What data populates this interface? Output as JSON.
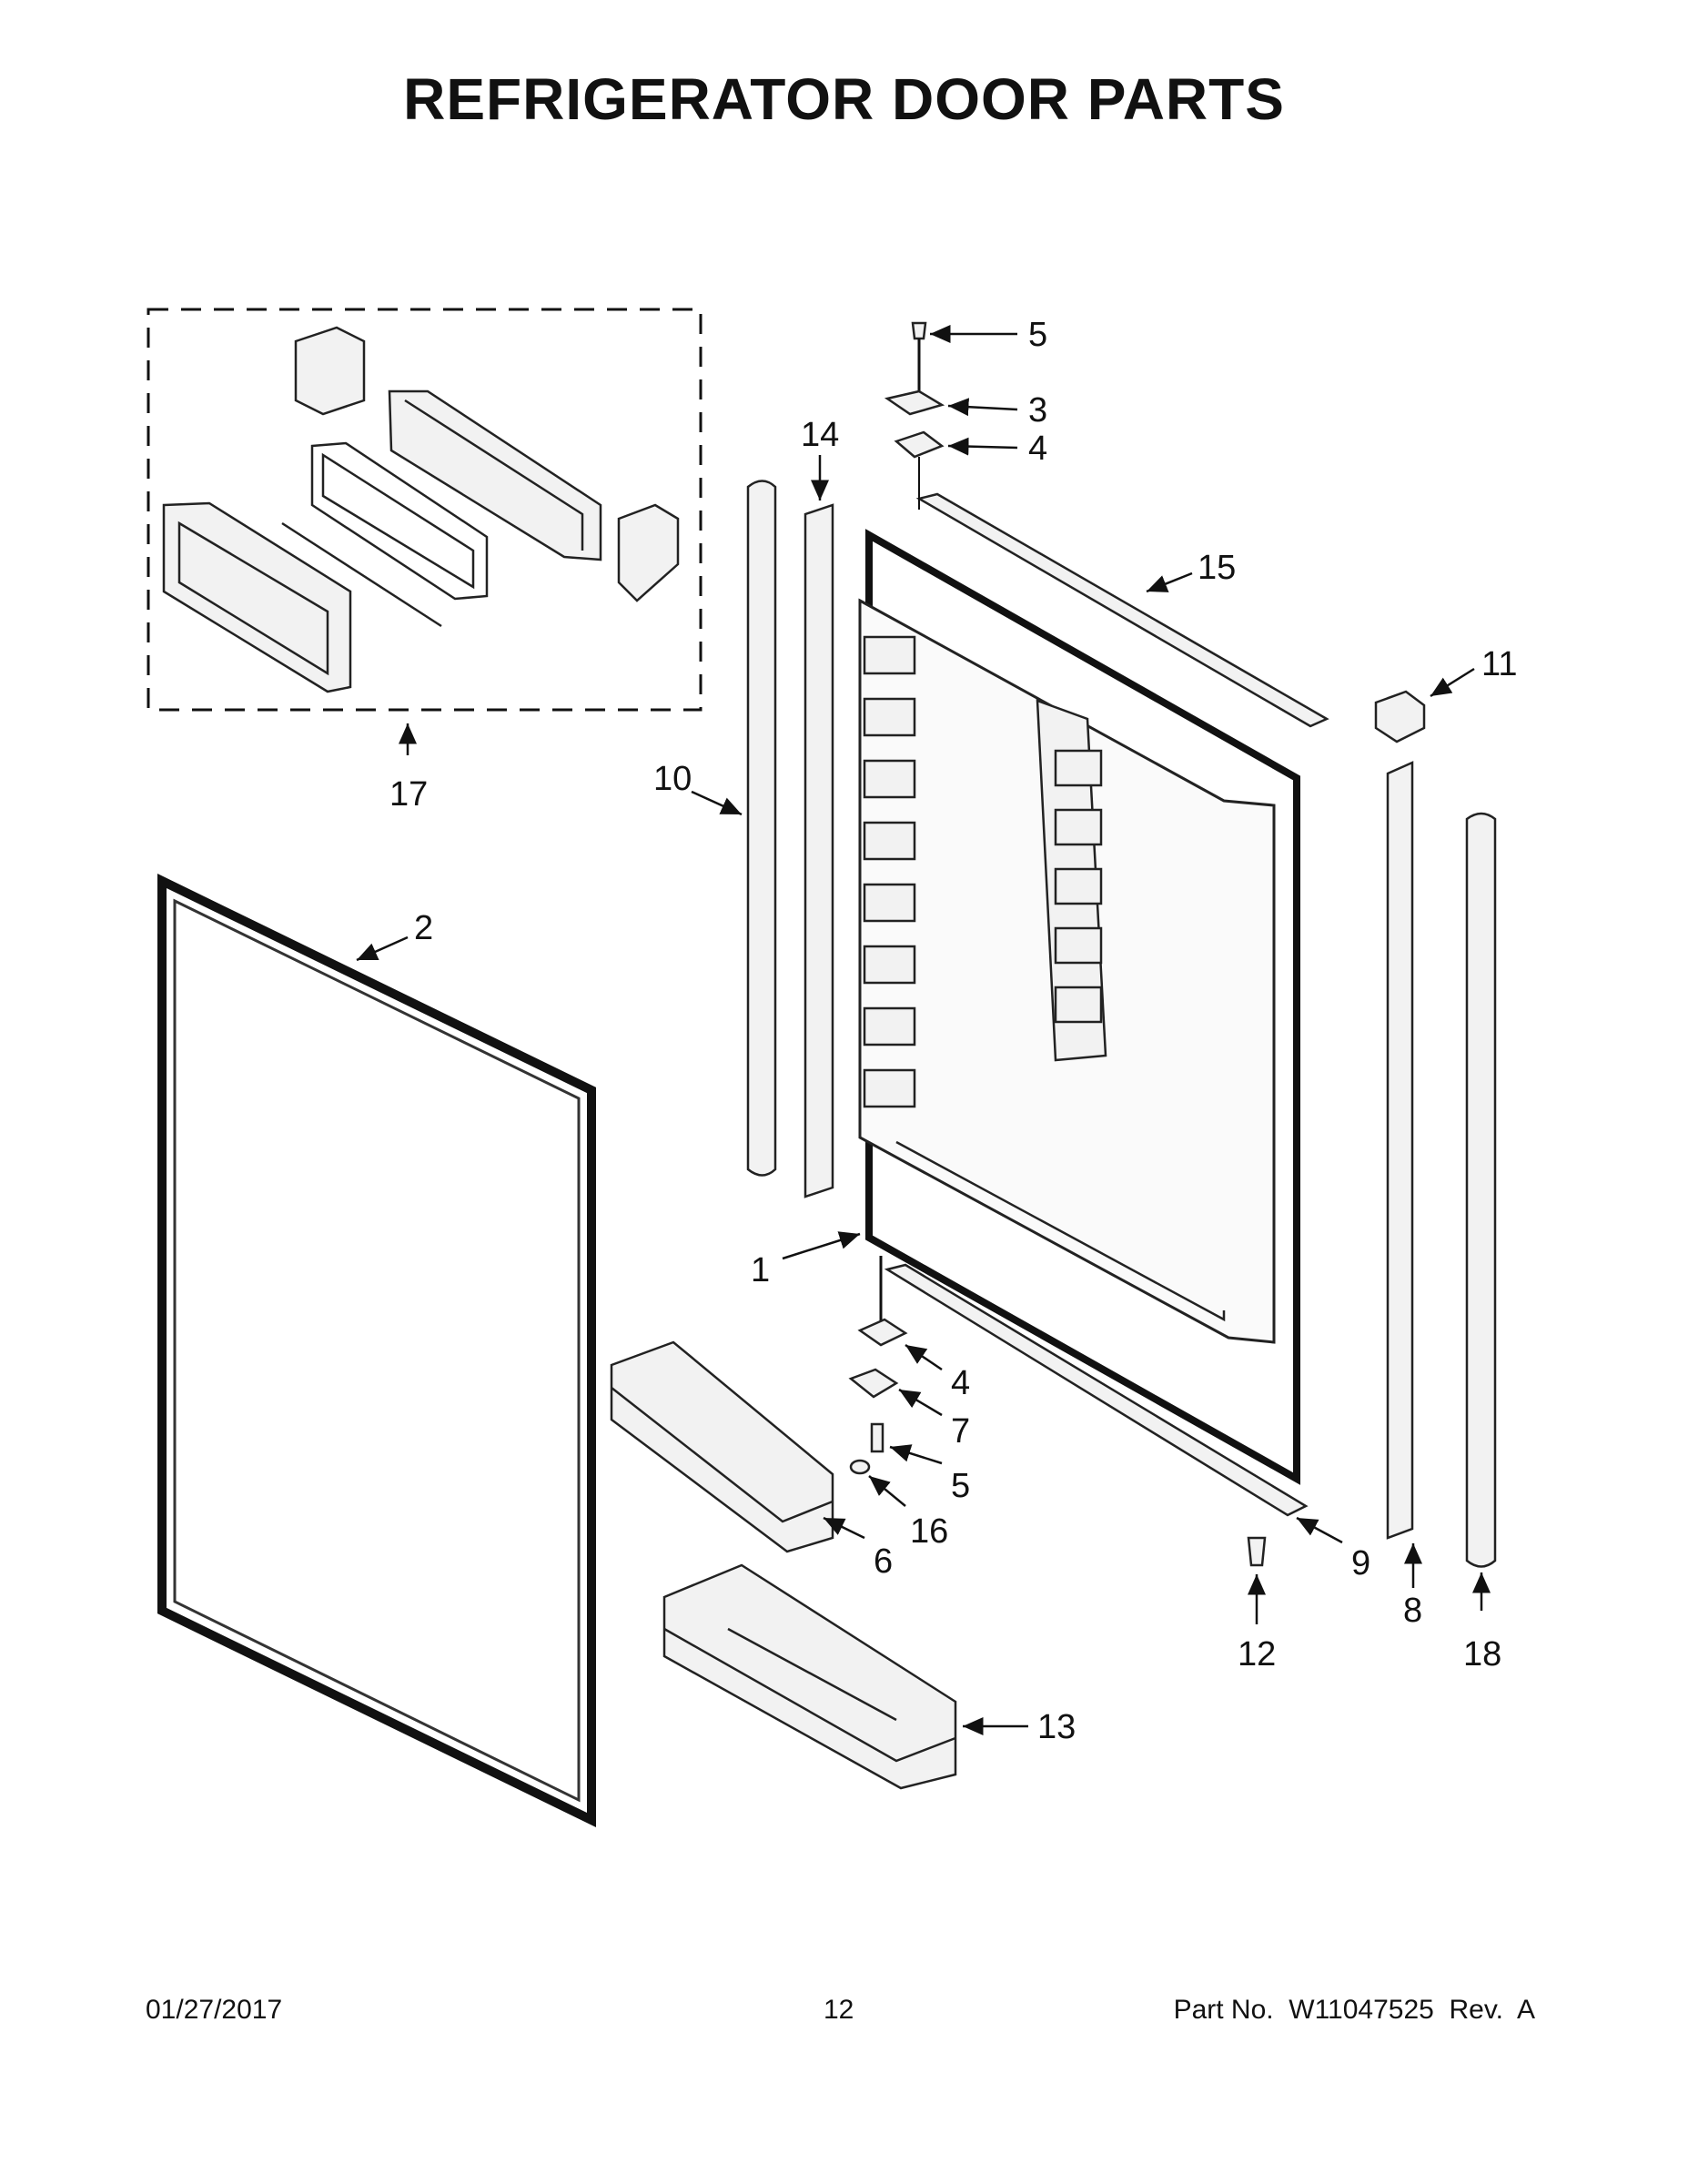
{
  "header": {
    "title": "REFRIGERATOR DOOR PARTS"
  },
  "callouts": [
    {
      "id": "c1",
      "label": "1"
    },
    {
      "id": "c2",
      "label": "2"
    },
    {
      "id": "c3",
      "label": "3"
    },
    {
      "id": "c4a",
      "label": "4"
    },
    {
      "id": "c4b",
      "label": "4"
    },
    {
      "id": "c5a",
      "label": "5"
    },
    {
      "id": "c5b",
      "label": "5"
    },
    {
      "id": "c6",
      "label": "6"
    },
    {
      "id": "c7",
      "label": "7"
    },
    {
      "id": "c8",
      "label": "8"
    },
    {
      "id": "c9",
      "label": "9"
    },
    {
      "id": "c10",
      "label": "10"
    },
    {
      "id": "c11",
      "label": "11"
    },
    {
      "id": "c12",
      "label": "12"
    },
    {
      "id": "c13",
      "label": "13"
    },
    {
      "id": "c14",
      "label": "14"
    },
    {
      "id": "c15",
      "label": "15"
    },
    {
      "id": "c16",
      "label": "16"
    },
    {
      "id": "c17",
      "label": "17"
    },
    {
      "id": "c18",
      "label": "18"
    }
  ],
  "footer": {
    "date": "01/27/2017",
    "page": "12",
    "part_number": "Part No.  W11047525  Rev.  A"
  }
}
